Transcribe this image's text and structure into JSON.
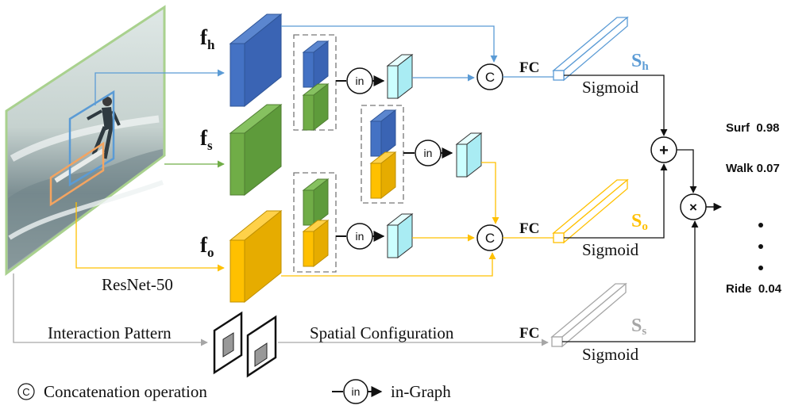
{
  "features": {
    "human": {
      "letter": "f",
      "sub": "h"
    },
    "scene": {
      "letter": "f",
      "sub": "s"
    },
    "object": {
      "letter": "f",
      "sub": "o"
    }
  },
  "backbone_label": "ResNet-50",
  "interaction_label": "Interaction Pattern",
  "spatial_label": "Spatial Configuration",
  "in_node": "in",
  "concat_node": "C",
  "fc_label": "FC",
  "sigmoid_label": "Sigmoid",
  "streams": {
    "human": {
      "letter": "S",
      "sub": "h"
    },
    "object": {
      "letter": "S",
      "sub": "o"
    },
    "spatial": {
      "letter": "S",
      "sub": "s"
    }
  },
  "plus_op": "+",
  "times_op": "×",
  "scores": [
    "Surf  0.98",
    "Walk 0.07",
    "Ride  0.04"
  ],
  "legend": {
    "concat_symbol": "C",
    "concat_text": "Concatenation operation",
    "in_symbol": "in",
    "ingraph_text": "in-Graph"
  },
  "colors": {
    "human": "#4472C4",
    "scene": "#70AD47",
    "object": "#FFC000",
    "spatial": "#A6A6A6",
    "arrow_human": "#5B9BD5",
    "node_fill": "#CCFFFF",
    "image_border": "#A9D18E"
  }
}
